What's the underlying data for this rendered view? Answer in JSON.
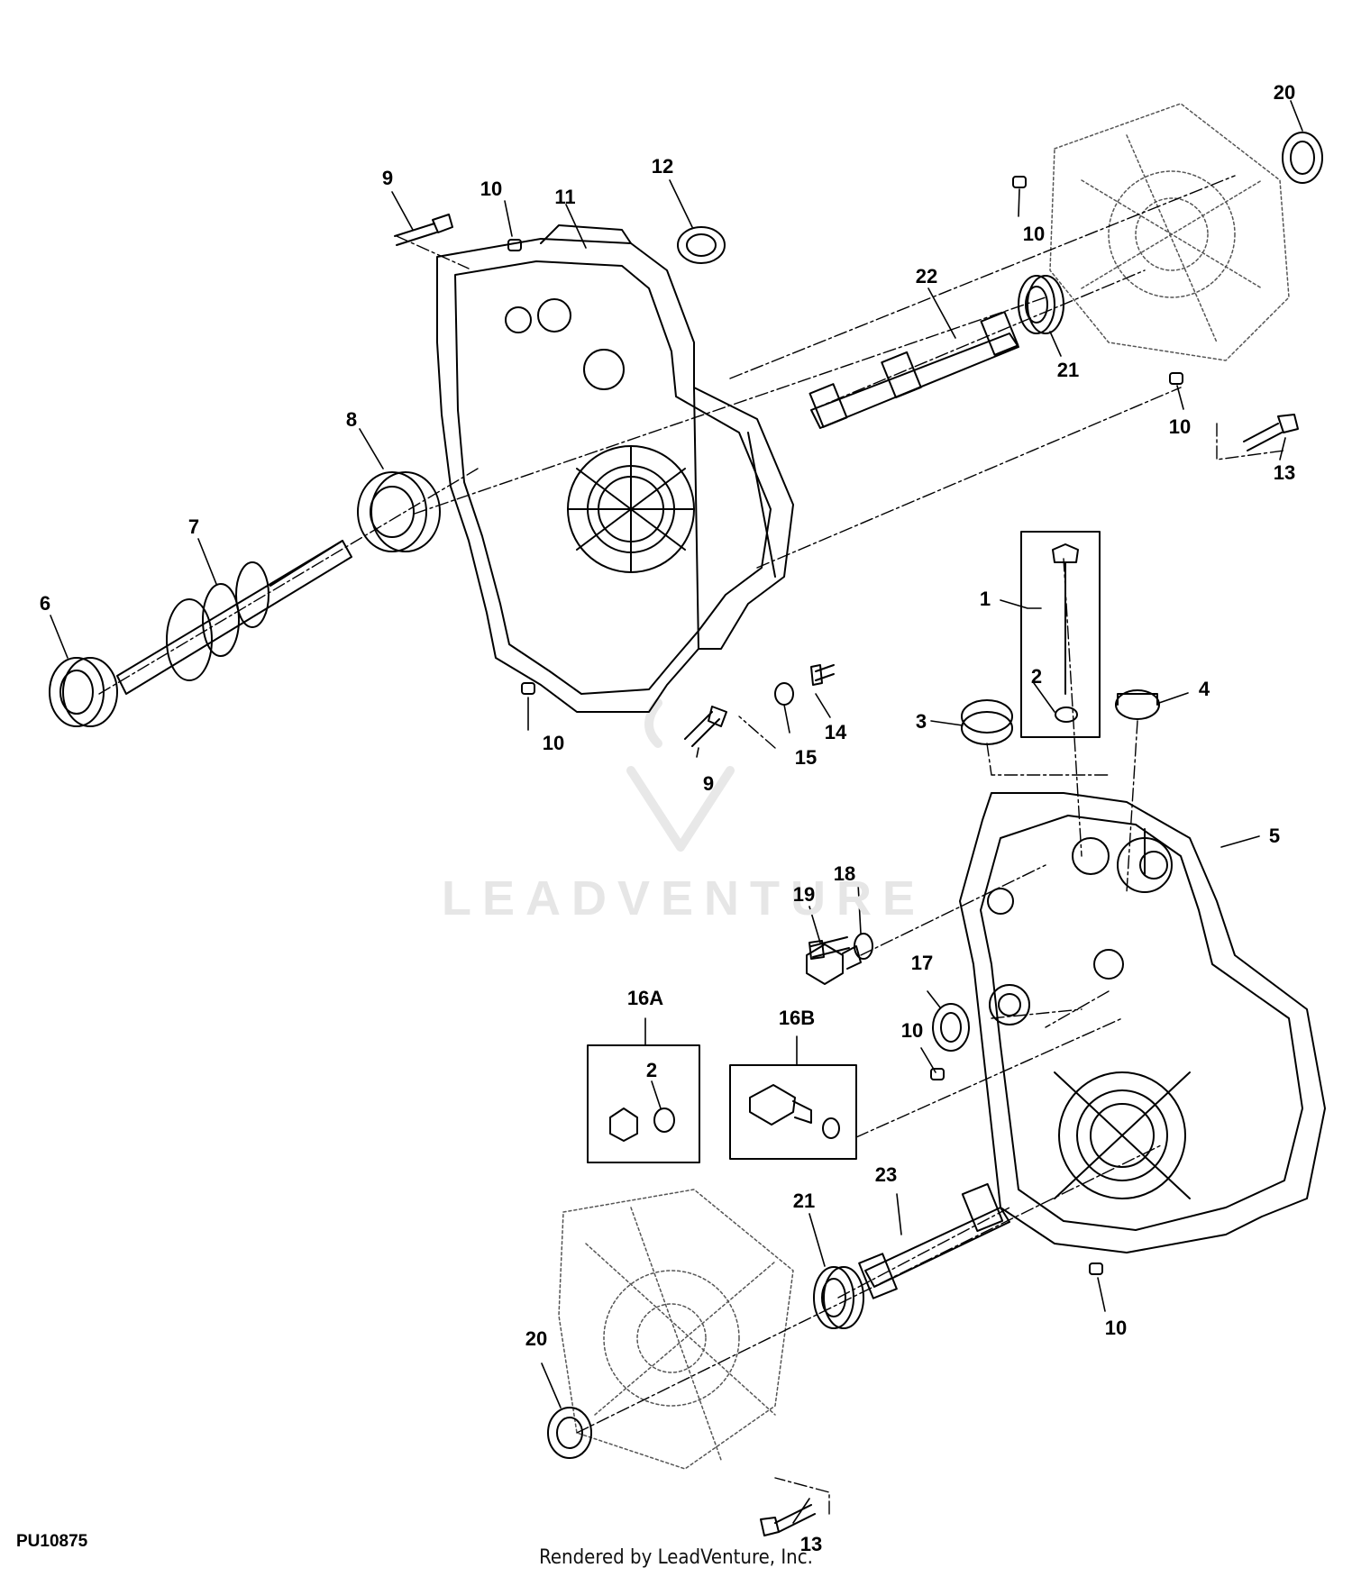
{
  "diagram": {
    "figure_id": "PU10875",
    "footer": "Rendered by LeadVenture, Inc.",
    "watermark": "LEADVENTURE",
    "callouts": [
      {
        "id": "c20a",
        "text": "20"
      },
      {
        "id": "c9a",
        "text": "9"
      },
      {
        "id": "c10a",
        "text": "10"
      },
      {
        "id": "c11",
        "text": "11"
      },
      {
        "id": "c12",
        "text": "12"
      },
      {
        "id": "c10b",
        "text": "10"
      },
      {
        "id": "c22",
        "text": "22"
      },
      {
        "id": "c21a",
        "text": "21"
      },
      {
        "id": "c10c",
        "text": "10"
      },
      {
        "id": "c13a",
        "text": "13"
      },
      {
        "id": "c8",
        "text": "8"
      },
      {
        "id": "c7",
        "text": "7"
      },
      {
        "id": "c6",
        "text": "6"
      },
      {
        "id": "c1",
        "text": "1"
      },
      {
        "id": "c2a",
        "text": "2"
      },
      {
        "id": "c4",
        "text": "4"
      },
      {
        "id": "c3",
        "text": "3"
      },
      {
        "id": "c10d",
        "text": "10"
      },
      {
        "id": "c14",
        "text": "14"
      },
      {
        "id": "c15",
        "text": "15"
      },
      {
        "id": "c9b",
        "text": "9"
      },
      {
        "id": "c5",
        "text": "5"
      },
      {
        "id": "c18",
        "text": "18"
      },
      {
        "id": "c19",
        "text": "19"
      },
      {
        "id": "c17",
        "text": "17"
      },
      {
        "id": "c10e",
        "text": "10"
      },
      {
        "id": "c16a",
        "text": "16A"
      },
      {
        "id": "c16b",
        "text": "16B"
      },
      {
        "id": "c2b",
        "text": "2"
      },
      {
        "id": "c23",
        "text": "23"
      },
      {
        "id": "c21b",
        "text": "21"
      },
      {
        "id": "c10f",
        "text": "10"
      },
      {
        "id": "c20b",
        "text": "20"
      },
      {
        "id": "c13b",
        "text": "13"
      }
    ]
  }
}
